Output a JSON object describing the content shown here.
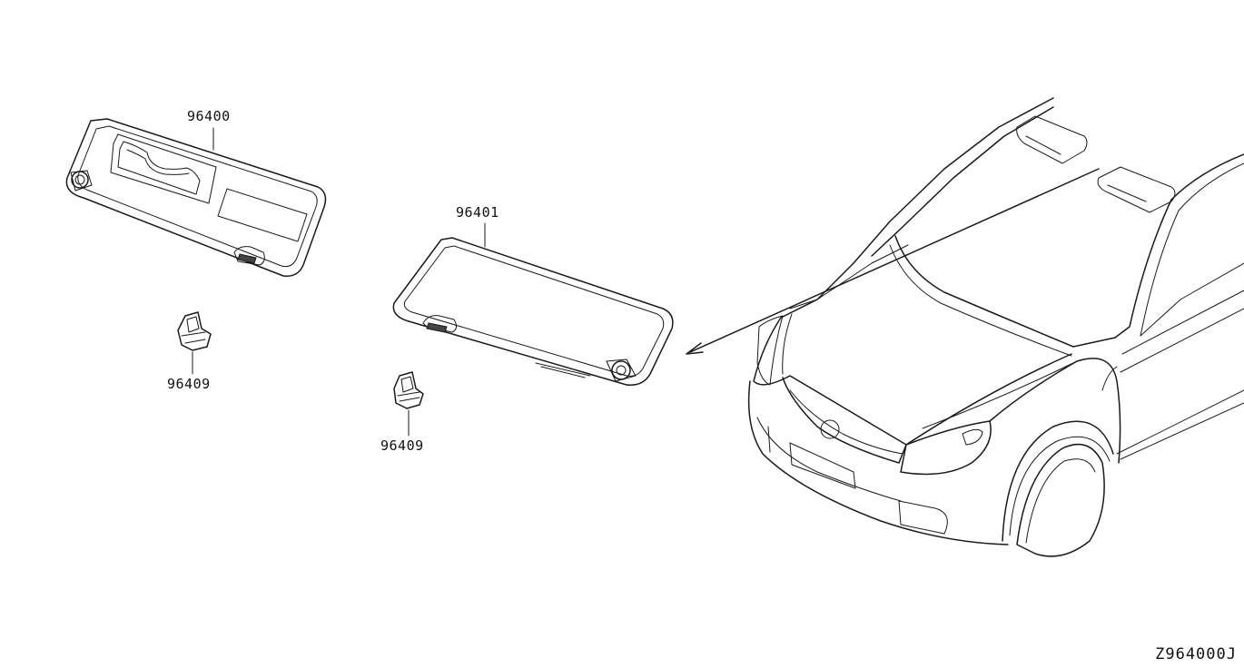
{
  "diagram": {
    "parts": [
      {
        "number": "96400"
      },
      {
        "number": "96401"
      },
      {
        "number": "96409"
      },
      {
        "number": "96409"
      }
    ],
    "drawing_code": "Z964000J"
  }
}
